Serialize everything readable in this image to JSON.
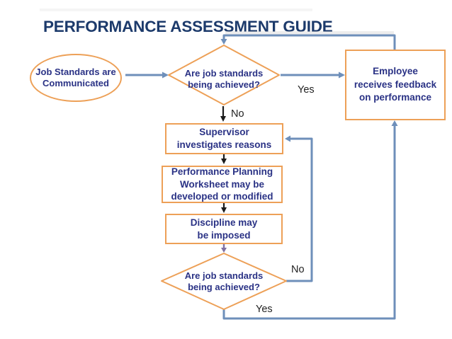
{
  "title": "PERFORMANCE ASSESSMENT GUIDE",
  "nodes": {
    "start": {
      "lines": [
        "Job Standards are",
        "Communicated"
      ]
    },
    "decision1": {
      "lines": [
        "Are job standards",
        "being achieved?"
      ]
    },
    "feedback": {
      "lines": [
        "Employee",
        "receives feedback",
        "on performance"
      ]
    },
    "investigate": {
      "lines": [
        "Supervisor",
        "investigates reasons"
      ]
    },
    "worksheet": {
      "lines": [
        "Performance Planning",
        "Worksheet may be",
        "developed or modified"
      ]
    },
    "discipline": {
      "lines": [
        "Discipline may",
        "be imposed"
      ]
    },
    "decision2": {
      "lines": [
        "Are job standards",
        "being achieved?"
      ]
    }
  },
  "labels": {
    "yes1": "Yes",
    "no1": "No",
    "no2": "No",
    "yes2": "Yes"
  },
  "colors": {
    "background": "#FFFFFF",
    "title_text": "#1C3A6B",
    "node_text": "#2A3285",
    "shape_border": "#EDA057",
    "connector": "#6E8FBA",
    "black_arrow": "#1B1B1B",
    "purple_arrow": "#8071A3",
    "label_text": "#222222"
  }
}
